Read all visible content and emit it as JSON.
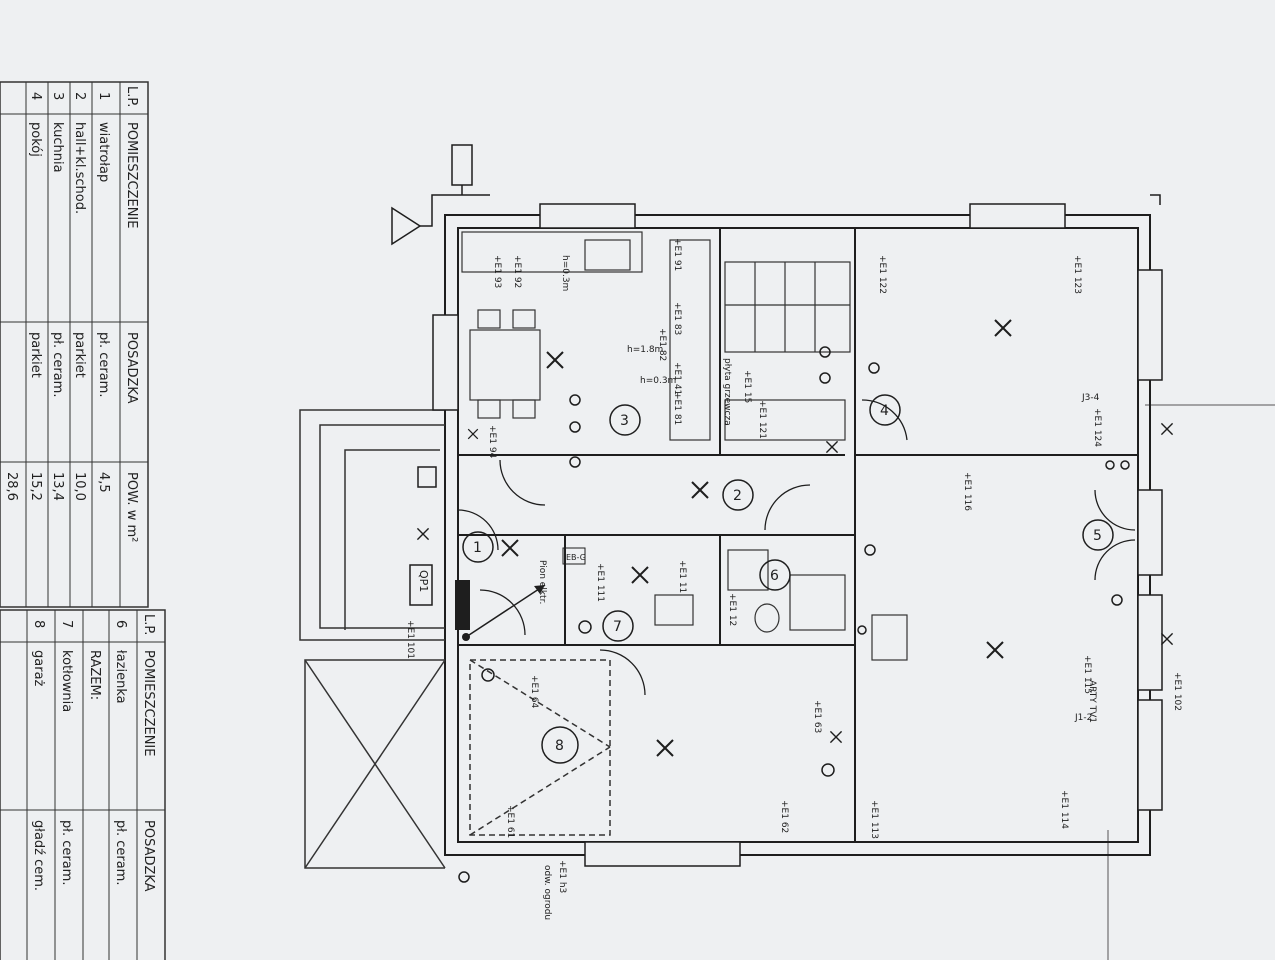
{
  "table_left": {
    "headers": [
      "L.P.",
      "POMIESZCZENIE",
      "POSADZKA",
      "POW. w m²"
    ],
    "rows": [
      [
        "1",
        "wiatrołap",
        "pł. ceram.",
        "4,5"
      ],
      [
        "2",
        "hall+kl.schod.",
        "parkiet",
        "10,0"
      ],
      [
        "3",
        "kuchnia",
        "pł. ceram.",
        "13,4"
      ],
      [
        "4",
        "pokój",
        "parkiet",
        "15,2"
      ],
      [
        "",
        "",
        "",
        "28,6"
      ]
    ]
  },
  "table_right": {
    "headers": [
      "L.P.",
      "POMIESZCZENIE",
      "POSADZKA"
    ],
    "rows": [
      [
        "6",
        "łazienka",
        "pł. ceram."
      ],
      [
        "",
        "RAZEM:",
        ""
      ],
      [
        "7",
        "kotłownia",
        "pł. ceram."
      ],
      [
        "8",
        "garaż",
        "gładź cem."
      ]
    ]
  },
  "room_numbers": [
    "1",
    "2",
    "3",
    "4",
    "5",
    "6",
    "7",
    "8"
  ],
  "fixture_labels": [
    "+E1 91",
    "+E1 92",
    "+E1 93",
    "+E1 94",
    "+E1 81",
    "+E1 82",
    "+E1 83",
    "+E1 41",
    "+E1 121",
    "+E1 122",
    "+E1 123",
    "+E1 124",
    "+E1 116",
    "+E1 115",
    "+E1 102",
    "+E1 114",
    "+E1 113",
    "+E1 101",
    "+E1 111",
    "+E1 11",
    "+E1 12",
    "+E1 64",
    "+E1 63",
    "+E1 62",
    "+E1 61",
    "+E1 h3",
    "+E1 15"
  ],
  "annotations": {
    "h1": "h=1.8m",
    "h2": "h=0.3m",
    "h3": "h=0.3m",
    "plyta": "płyta grzewcza",
    "pion": "Pion elktr.",
    "qp": "QP1",
    "eb": "EB-G",
    "garden": "odw. ogrodu",
    "j34": "J3-4",
    "j12": "J1-2",
    "arty": "ARTY TV1"
  },
  "colors": {
    "paper": "#eef0f2",
    "ink": "#1e1e1e",
    "background": "#d7dade"
  }
}
